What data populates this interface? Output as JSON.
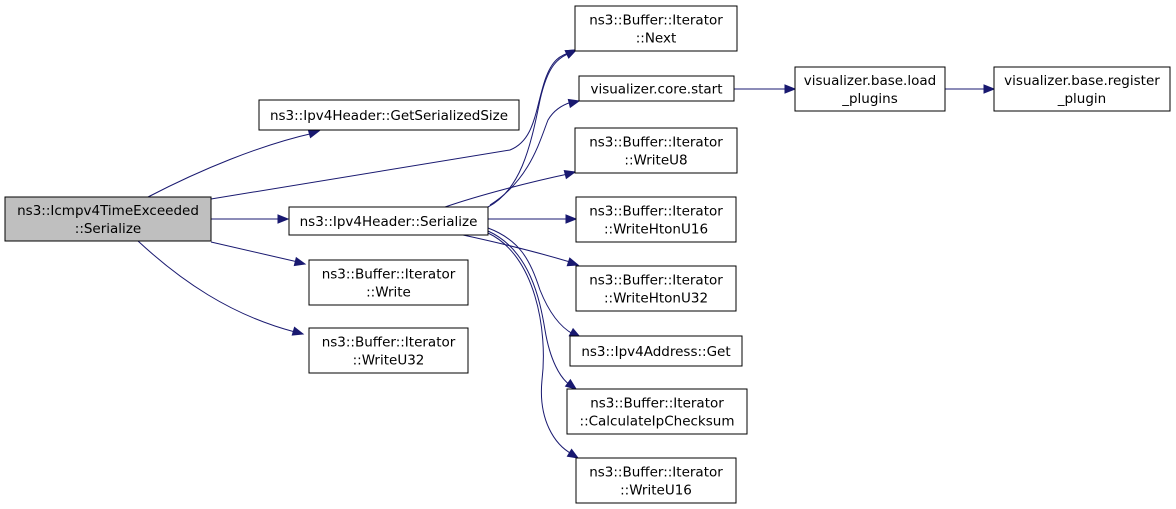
{
  "diagram": {
    "type": "call-graph",
    "edge_color": "#191970",
    "root_fill": "#bfbfbf",
    "nodes": [
      {
        "id": "root",
        "lines": [
          "ns3::Icmpv4TimeExceeded",
          "::Serialize"
        ],
        "root": true
      },
      {
        "id": "getsize",
        "lines": [
          "ns3::Ipv4Header::GetSerializedSize"
        ]
      },
      {
        "id": "ipv4ser",
        "lines": [
          "ns3::Ipv4Header::Serialize"
        ]
      },
      {
        "id": "write",
        "lines": [
          "ns3::Buffer::Iterator",
          "::Write"
        ]
      },
      {
        "id": "writeu32",
        "lines": [
          "ns3::Buffer::Iterator",
          "::WriteU32"
        ]
      },
      {
        "id": "next",
        "lines": [
          "ns3::Buffer::Iterator",
          "::Next"
        ]
      },
      {
        "id": "vstart",
        "lines": [
          "visualizer.core.start"
        ]
      },
      {
        "id": "writeu8",
        "lines": [
          "ns3::Buffer::Iterator",
          "::WriteU8"
        ]
      },
      {
        "id": "writehton16",
        "lines": [
          "ns3::Buffer::Iterator",
          "::WriteHtonU16"
        ]
      },
      {
        "id": "writehton32",
        "lines": [
          "ns3::Buffer::Iterator",
          "::WriteHtonU32"
        ]
      },
      {
        "id": "addrget",
        "lines": [
          "ns3::Ipv4Address::Get"
        ]
      },
      {
        "id": "checksum",
        "lines": [
          "ns3::Buffer::Iterator",
          "::CalculateIpChecksum"
        ]
      },
      {
        "id": "writeu16",
        "lines": [
          "ns3::Buffer::Iterator",
          "::WriteU16"
        ]
      },
      {
        "id": "loadplugins",
        "lines": [
          "visualizer.base.load",
          "_plugins"
        ]
      },
      {
        "id": "regplugin",
        "lines": [
          "visualizer.base.register",
          "_plugin"
        ]
      }
    ],
    "edges": [
      {
        "from": "root",
        "to": "getsize"
      },
      {
        "from": "root",
        "to": "next"
      },
      {
        "from": "root",
        "to": "ipv4ser"
      },
      {
        "from": "root",
        "to": "write"
      },
      {
        "from": "root",
        "to": "writeu32"
      },
      {
        "from": "ipv4ser",
        "to": "next"
      },
      {
        "from": "ipv4ser",
        "to": "vstart"
      },
      {
        "from": "ipv4ser",
        "to": "writeu8"
      },
      {
        "from": "ipv4ser",
        "to": "writehton16"
      },
      {
        "from": "ipv4ser",
        "to": "writehton32"
      },
      {
        "from": "ipv4ser",
        "to": "addrget"
      },
      {
        "from": "ipv4ser",
        "to": "checksum"
      },
      {
        "from": "ipv4ser",
        "to": "writeu16"
      },
      {
        "from": "vstart",
        "to": "loadplugins"
      },
      {
        "from": "loadplugins",
        "to": "regplugin"
      }
    ]
  }
}
